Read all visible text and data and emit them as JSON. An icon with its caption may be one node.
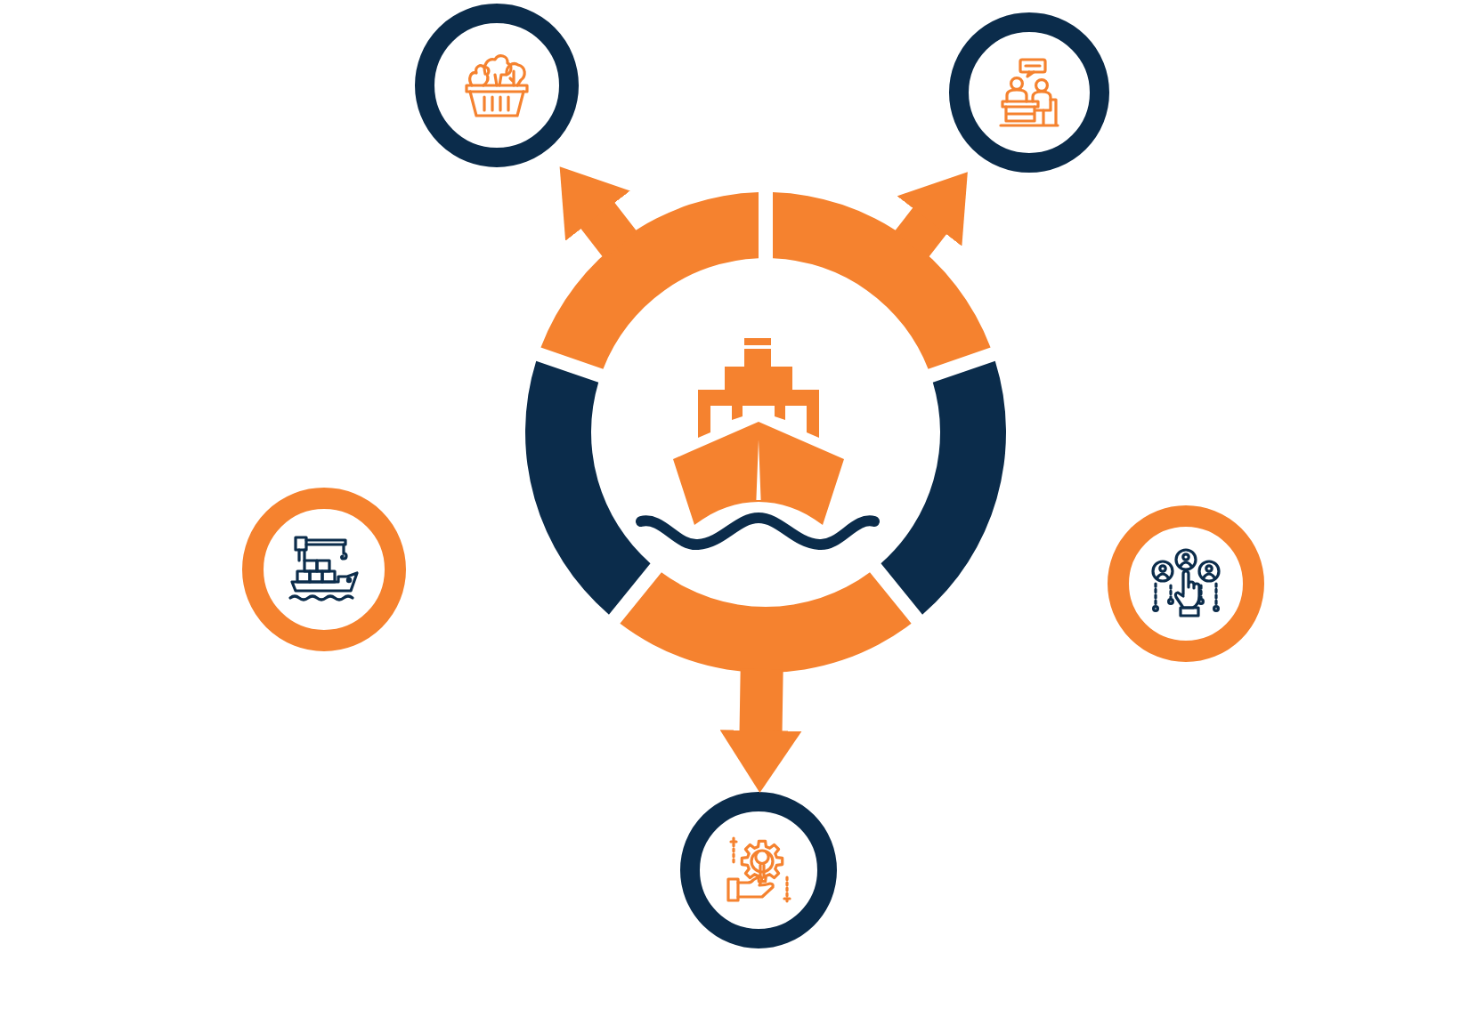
{
  "diagram": {
    "nodes": [
      {
        "text": [],
        "shape": "circle"
      },
      {
        "text": [],
        "shape": "circle"
      },
      {
        "text": [],
        "shape": "picture"
      },
      {
        "text": [],
        "shape": "circle"
      },
      {
        "text": [],
        "shape": "circle"
      },
      {
        "text": [],
        "shape": "circle"
      }
    ],
    "edges": [
      {
        "from": 2,
        "to": 0,
        "arrow": "to"
      },
      {
        "from": 2,
        "to": 1,
        "arrow": "to"
      },
      {
        "from": 2,
        "to": 5,
        "arrow": "to"
      }
    ]
  }
}
